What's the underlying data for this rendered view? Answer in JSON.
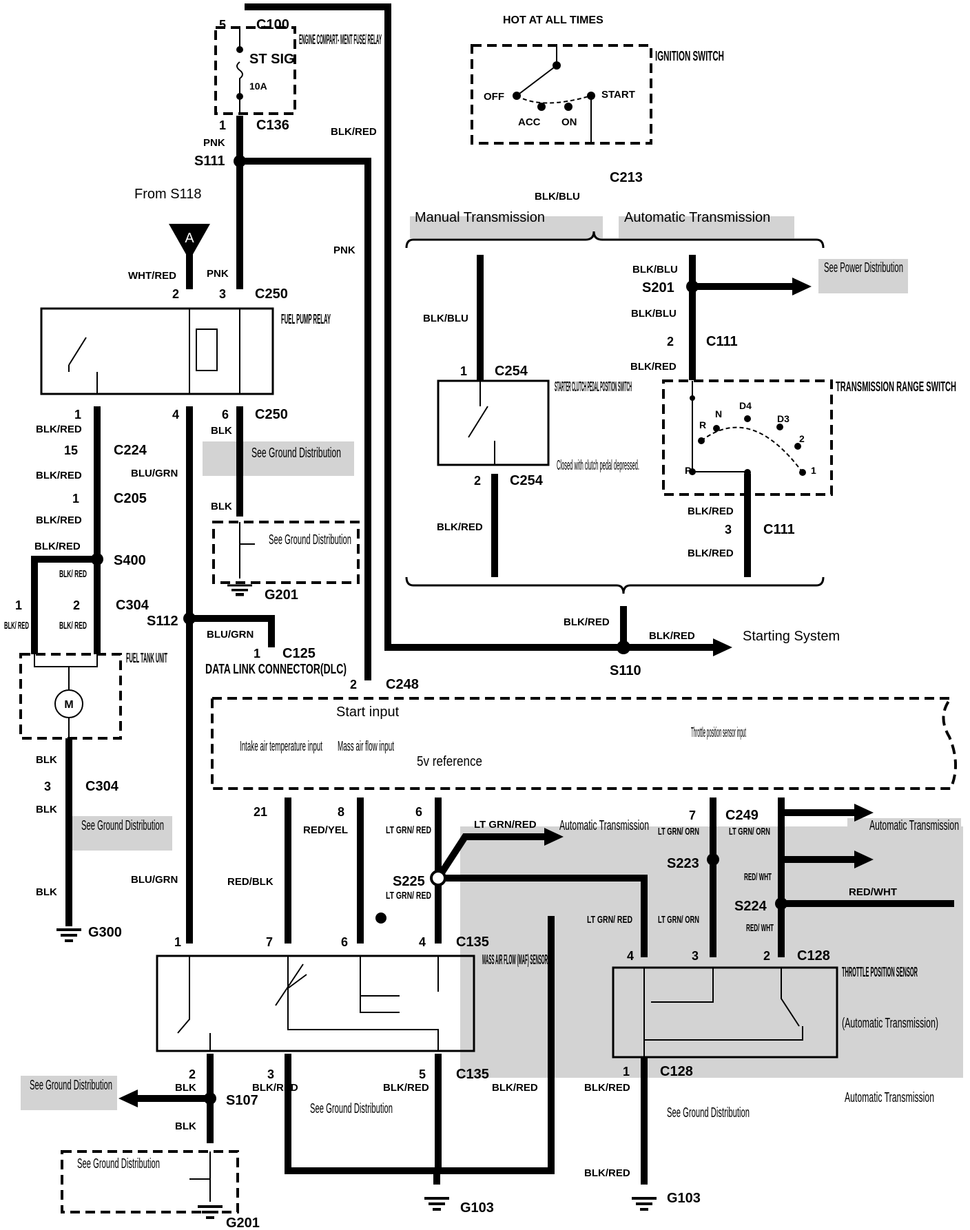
{
  "fuse_box": {
    "connector_top": "C100",
    "pin_top": "5",
    "label": "ENGINE COMPART- MENT FUSE/ RELAY",
    "fuse_name": "ST SIG",
    "fuse_rating": "10A",
    "connector_bottom": "C136",
    "pin_bottom": "1"
  },
  "ignition": {
    "hot_label": "HOT AT ALL TIMES",
    "label": "IGNITION SWITCH",
    "positions": [
      "OFF",
      "ACC",
      "ON",
      "START"
    ],
    "connector": "C213",
    "wire": "BLK/BLU"
  },
  "wires": {
    "pnk": "PNK",
    "blk_red": "BLK/RED",
    "blk_blu": "BLK/BLU",
    "wht_red": "WHT/RED",
    "blk": "BLK",
    "blu_grn": "BLU/GRN",
    "blk_red_split": "BLK/ RED",
    "red_yel": "RED/YEL",
    "red_blk": "RED/BLK",
    "lt_grn_red": "LT GRN/ RED",
    "lt_grn_red_inline": "LT GRN/RED",
    "lt_grn_orn": "LT GRN/ ORN",
    "red_wht": "RED/ WHT",
    "red_wht_inline": "RED/WHT"
  },
  "splices": {
    "s111": "S111",
    "s201": "S201",
    "s400": "S400",
    "s112": "S112",
    "s110": "S110",
    "s225": "S225",
    "s223": "S223",
    "s224": "S224",
    "s107": "S107"
  },
  "connectors": {
    "c250": "C250",
    "c224": "C224",
    "c205": "C205",
    "c304": "C304",
    "c125": "C125",
    "c248": "C248",
    "c254": "C254",
    "c111": "C111",
    "c135": "C135",
    "c249": "C249",
    "c128": "C128"
  },
  "grounds": {
    "g201": "G201",
    "g300": "G300",
    "g103": "G103"
  },
  "labels": {
    "from_s118": "From S118",
    "fuel_pump_relay": "FUEL PUMP RELAY",
    "see_ground": "See Ground Distribution",
    "see_power": "See Power Distribution",
    "manual_trans": "Manual Transmission",
    "automatic_trans": "Automatic Transmission",
    "auto_trans_split": "Automatic Transmission",
    "starter_clutch": "STARTER CLUTCH PEDAL POSITION SWITCH",
    "starter_clutch_note": "Closed with clutch pedal depressed.",
    "trans_range": "TRANSMISSION RANGE SWITCH",
    "range_positions": [
      "P",
      "R",
      "N",
      "D4",
      "D3",
      "2",
      "1"
    ],
    "fuel_tank": "FUEL TANK UNIT",
    "motor": "M",
    "dlc": "DATA LINK CONNECTOR(DLC)",
    "starting_system": "Starting System",
    "start_input": "Start input",
    "intake_air": "Intake air temperature input",
    "mass_air_flow": "Mass air flow input",
    "ref_5v": "5v reference",
    "tps_input": "Throttle position sensor input",
    "maf_sensor": "MASS AIR FLOW (MAF) SENSOR",
    "tps_sensor": "THROTTLE POSITION SENSOR",
    "tps_note": "(Automatic Transmission)",
    "auto_trans_note": "Automatic Transmission",
    "triangle": "A"
  },
  "pins": {
    "p1": "1",
    "p2": "2",
    "p3": "3",
    "p4": "4",
    "p5": "5",
    "p6": "6",
    "p7": "7",
    "p8": "8",
    "p15": "15",
    "p21": "21"
  }
}
